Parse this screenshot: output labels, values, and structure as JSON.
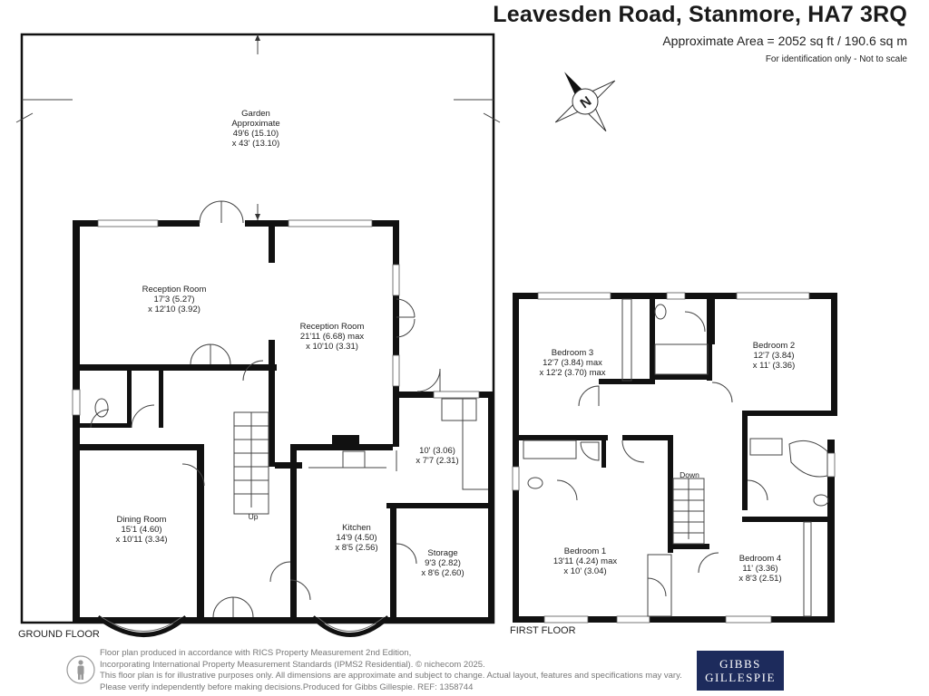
{
  "header": {
    "title": "Leavesden Road, Stanmore, HA7 3RQ",
    "area": "Approximate Area = 2052 sq ft / 190.6 sq m",
    "note": "For identification only - Not to scale"
  },
  "compass": {
    "letter": "N"
  },
  "ground_floor": {
    "label": "GROUND FLOOR",
    "garden": {
      "name": "Garden",
      "sub": "Approximate",
      "dim1": "49'6 (15.10)",
      "dim2": "x 43' (13.10)"
    },
    "rooms": [
      {
        "name": "Reception Room",
        "dim1": "17'3 (5.27)",
        "dim2": "x 12'10 (3.92)"
      },
      {
        "name": "Reception Room",
        "dim1": "21'11 (6.68) max",
        "dim2": "x 10'10 (3.31)"
      },
      {
        "name": "Dining Room",
        "dim1": "15'1 (4.60)",
        "dim2": "x 10'11 (3.34)"
      },
      {
        "name": "Kitchen",
        "dim1": "14'9 (4.50)",
        "dim2": "x 8'5 (2.56)"
      },
      {
        "name": "Storage",
        "dim1": "9'3 (2.82)",
        "dim2": "x 8'6 (2.60)"
      },
      {
        "name": "",
        "dim1": "10' (3.06)",
        "dim2": "x 7'7 (2.31)"
      }
    ],
    "stairs_label": "Up"
  },
  "first_floor": {
    "label": "FIRST FLOOR",
    "rooms": [
      {
        "name": "Bedroom 3",
        "dim1": "12'7 (3.84) max",
        "dim2": "x 12'2 (3.70) max"
      },
      {
        "name": "Bedroom 2",
        "dim1": "12'7 (3.84)",
        "dim2": "x 11' (3.36)"
      },
      {
        "name": "Bedroom 1",
        "dim1": "13'11 (4.24) max",
        "dim2": "x 10' (3.04)"
      },
      {
        "name": "Bedroom 4",
        "dim1": "11' (3.36)",
        "dim2": "x 8'3 (2.51)"
      }
    ],
    "stairs_label": "Down"
  },
  "footer": {
    "line1": "Floor plan produced in accordance with RICS Property Measurement 2nd Edition,",
    "line2": "Incorporating International Property Measurement Standards (IPMS2 Residential).  © nichecom 2025.",
    "line3": "This floor plan is for illustrative purposes only. All dimensions are approximate and subject to change. Actual layout, features and specifications may vary.",
    "line4": "Please verify independently before making decisions.Produced for Gibbs Gillespie.   REF:  1358744"
  },
  "logo": {
    "line1": "GIBBS",
    "line2": "GILLESPIE"
  }
}
